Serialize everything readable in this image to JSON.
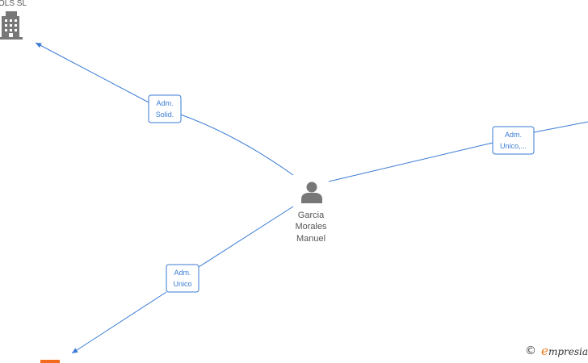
{
  "nodes": {
    "center_person": {
      "label_lines": [
        "Garcia",
        "Morales",
        "Manuel"
      ],
      "icon": "person-icon",
      "color": "#777777"
    },
    "company_top_left": {
      "label": "OLS  SL",
      "icon": "building-icon",
      "color": "#777777"
    },
    "company_bottom_left": {
      "icon": "building-icon",
      "color": "#f26b1d"
    }
  },
  "edges": [
    {
      "label_lines": [
        "Adm.",
        "Solid."
      ]
    },
    {
      "label_lines": [
        "Adm.",
        "Unico,..."
      ]
    },
    {
      "label_lines": [
        "Adm.",
        "Unico"
      ]
    }
  ],
  "brand": {
    "copyright_symbol": "©",
    "initial": "e",
    "rest": "mpresia"
  },
  "colors": {
    "edge": "#3a7bd5",
    "node_gray": "#777777",
    "accent_orange": "#f26b1d"
  }
}
